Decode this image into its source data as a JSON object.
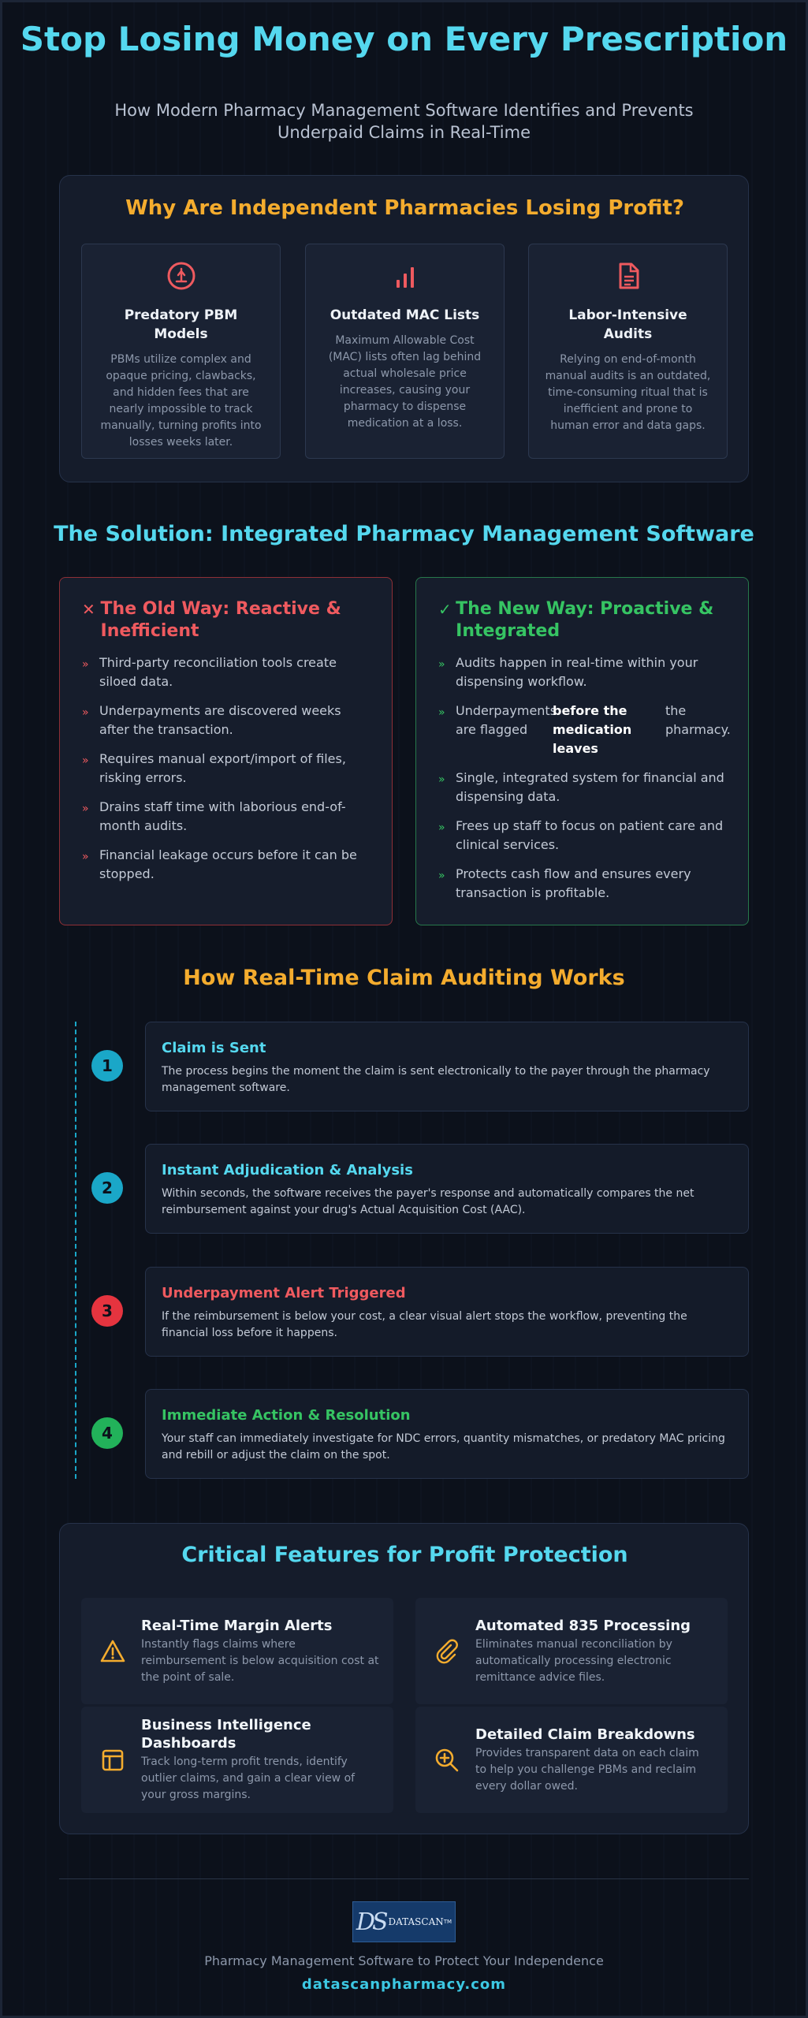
{
  "header": {
    "title": "Stop Losing Money on Every Prescription",
    "subtitle": "How Modern Pharmacy Management Software Identifies and Prevents Underpaid Claims in Real-Time"
  },
  "problem": {
    "title": "Why Are Independent Pharmacies Losing Profit?",
    "cards": [
      {
        "icon": "scale-icon",
        "title": "Predatory PBM Models",
        "text": "PBMs utilize complex and opaque pricing, clawbacks, and hidden fees that are nearly impossible to track manually, turning profits into losses weeks later."
      },
      {
        "icon": "bar-chart-icon",
        "title": "Outdated MAC Lists",
        "text": "Maximum Allowable Cost (MAC) lists often lag behind actual wholesale price increases, causing your pharmacy to dispense medication at a loss."
      },
      {
        "icon": "document-icon",
        "title": "Labor-Intensive Audits",
        "text": "Relying on end-of-month manual audits is an outdated, time-consuming ritual that is inefficient and prone to human error and data gaps."
      }
    ]
  },
  "solution": {
    "title": "The Solution: Integrated Pharmacy Management Software",
    "old_way": {
      "mark": "✕",
      "title": "The Old Way: Reactive & Inefficient",
      "items": [
        "Third-party reconciliation tools create siloed data.",
        "Underpayments are discovered weeks after the transaction.",
        "Requires manual export/import of files, risking errors.",
        "Drains staff time with laborious end-of-month audits.",
        "Financial leakage occurs before it can be stopped."
      ]
    },
    "new_way": {
      "mark": "✓",
      "title": "The New Way: Proactive & Integrated",
      "item1": "Audits happen in real-time within your dispensing workflow.",
      "item2_a": "Underpayments are flagged",
      "item2_b": "before the medication leaves",
      "item2_c": "the pharmacy.",
      "item3": "Single, integrated system for financial and dispensing data.",
      "item4": "Frees up staff to focus on patient care and clinical services.",
      "item5": "Protects cash flow and ensures every transaction is profitable."
    },
    "bullet": "»"
  },
  "how": {
    "title": "How Real-Time Claim Auditing Works",
    "steps": [
      {
        "num": "1",
        "title": "Claim is Sent",
        "text": "The process begins the moment the claim is sent electronically to the payer through the pharmacy management software.",
        "color": "#55d8ef",
        "badge": "#1aa7c8"
      },
      {
        "num": "2",
        "title": "Instant Adjudication & Analysis",
        "text": "Within seconds, the software receives the payer's response and automatically compares the net reimbursement against your drug's Actual Acquisition Cost (AAC).",
        "color": "#55d8ef",
        "badge": "#1aa7c8"
      },
      {
        "num": "3",
        "title": "Underpayment Alert Triggered",
        "text": "If the reimbursement is below your cost, a clear visual alert stops the workflow, preventing the financial loss before it happens.",
        "color": "#ef5a5f",
        "badge": "#e5343f"
      },
      {
        "num": "4",
        "title": "Immediate Action & Resolution",
        "text": "Your staff can immediately investigate for NDC errors, quantity mismatches, or predatory MAC pricing and rebill or adjust the claim on the spot.",
        "color": "#36c463",
        "badge": "#22b25a"
      }
    ]
  },
  "features": {
    "title": "Critical Features for Profit Protection",
    "items": [
      {
        "icon": "warning-icon",
        "title": "Real-Time Margin Alerts",
        "text": "Instantly flags claims where reimbursement is below acquisition cost at the point of sale."
      },
      {
        "icon": "paperclip-icon",
        "title": "Automated 835 Processing",
        "text": "Eliminates manual reconciliation by automatically processing electronic remittance advice files."
      },
      {
        "icon": "dashboard-icon",
        "title": "Business Intelligence Dashboards",
        "text": "Track long-term profit trends, identify outlier claims, and gain a clear view of your gross margins."
      },
      {
        "icon": "magnify-plus-icon",
        "title": "Detailed Claim Breakdowns",
        "text": "Provides transparent data on each claim to help you challenge PBMs and reclaim every dollar owed."
      }
    ]
  },
  "footer": {
    "logo_mono": "DS",
    "logo_word": "DATASCAN",
    "logo_tm": "TM",
    "tagline": "Pharmacy Management Software to Protect Your Independence",
    "site": "datascanpharmacy.com"
  },
  "colors": {
    "cyan": "#55d8ef",
    "amber": "#f4ac2e",
    "red": "#ef5a5f",
    "green": "#36c463",
    "background": "#0c111b"
  }
}
